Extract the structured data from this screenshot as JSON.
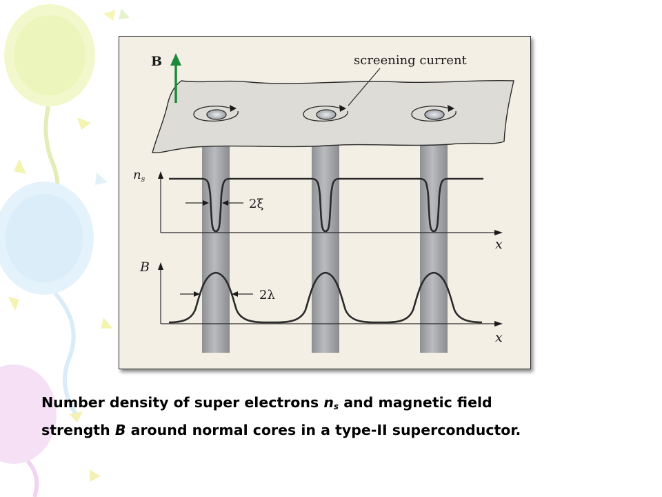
{
  "figure": {
    "labels": {
      "field_vector": "B",
      "screening_current": "screening current",
      "ns_axis": "n",
      "ns_axis_sub": "s",
      "b_axis": "B",
      "x_axis_top": "x",
      "x_axis_bottom": "x",
      "coherence_width": "2ξ",
      "penetration_width": "2λ"
    },
    "colors": {
      "panel": "#f4efe5",
      "slab": "#dedcd6",
      "core": "#a6a8ab",
      "arrow": "#1b8a3c",
      "curve": "#2a2a2a"
    }
  },
  "caption": {
    "part1": "Number density of super electrons ",
    "ns": "n",
    "ns_sub": "s",
    "part2": " and magnetic field",
    "part3": "strength ",
    "b": "B",
    "part4": " around normal cores in a type-II superconductor."
  }
}
